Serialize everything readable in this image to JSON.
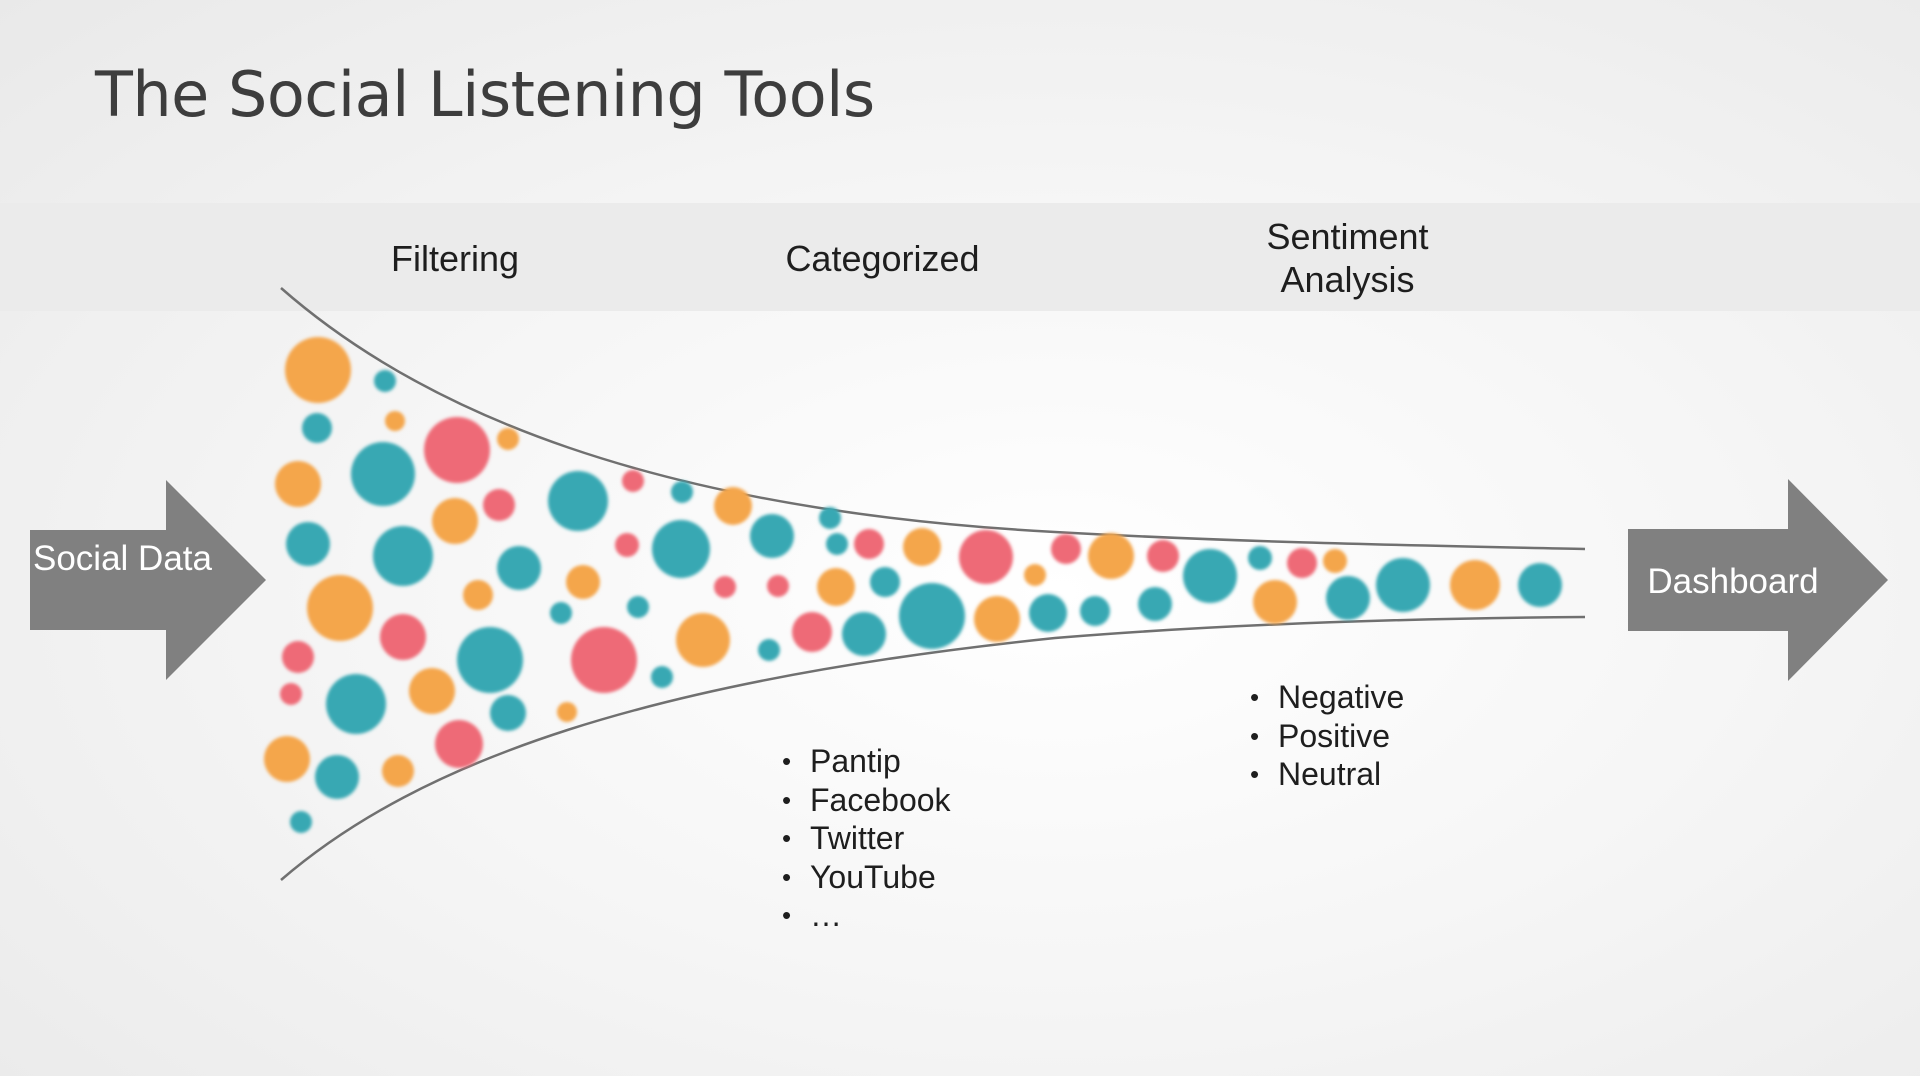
{
  "title": "The Social Listening Tools",
  "stages": {
    "filtering": "Filtering",
    "categorized": "Categorized",
    "sentiment": "Sentiment Analysis"
  },
  "input_arrow": {
    "label": "Social Data"
  },
  "output_arrow": {
    "label": "Dashboard"
  },
  "platforms": [
    "Pantip",
    "Facebook",
    "Twitter",
    "YouTube",
    "…"
  ],
  "sentiments": [
    "Negative",
    "Positive",
    "Neutral"
  ],
  "colors": {
    "orange": "#f4a64b",
    "teal": "#39a8b3",
    "red": "#ee6b77",
    "arrow": "#808080",
    "funnel_line": "#707070"
  }
}
